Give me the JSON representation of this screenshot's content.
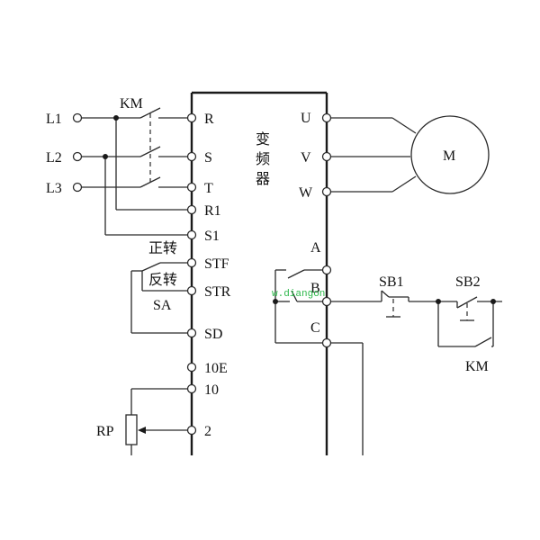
{
  "diagram": {
    "supply": {
      "l1": "L1",
      "l2": "L2",
      "l3": "L3"
    },
    "contactor": {
      "km_main": "KM",
      "km_aux": "KM"
    },
    "inverter": {
      "name_line1": "变",
      "name_line2": "频",
      "name_line3": "器",
      "inputs": {
        "r": "R",
        "s": "S",
        "t": "T",
        "r1": "R1",
        "s1": "S1"
      },
      "controls": {
        "stf": "STF",
        "str": "STR",
        "sd": "SD",
        "t10e": "10E",
        "t10": "10",
        "t2": "2"
      },
      "outputs": {
        "u": "U",
        "v": "V",
        "w": "W"
      },
      "relay": {
        "a": "A",
        "b": "B",
        "c": "C"
      }
    },
    "motor": "M",
    "switch": {
      "forward": "正转",
      "reverse": "反转",
      "name": "SA"
    },
    "potentiometer": "RP",
    "buttons": {
      "sb1": "SB1",
      "sb2": "SB2"
    },
    "watermark": "w.diangon"
  }
}
